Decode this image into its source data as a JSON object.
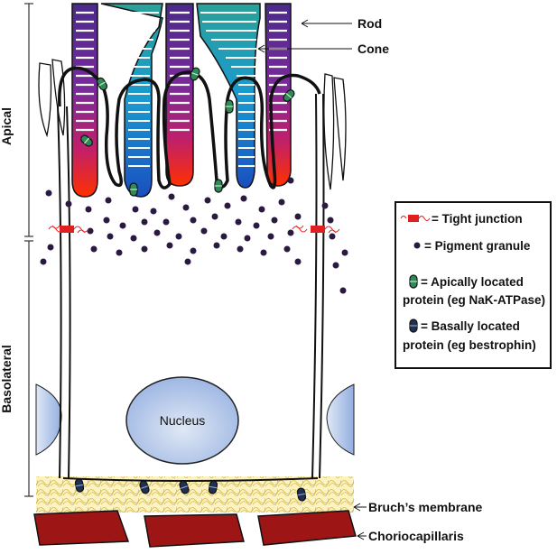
{
  "diagram": {
    "side_labels": {
      "apical": "Apical",
      "basolateral": "Basolateral"
    },
    "structure_labels": {
      "rod": "Rod",
      "cone": "Cone",
      "nucleus": "Nucleus",
      "bruchs_membrane": "Bruch’s membrane",
      "choriocapillaris": "Choriocapillaris"
    },
    "legend": {
      "tight_junction": "= Tight junction",
      "pigment_granule": "= Pigment granule",
      "apical_protein_line1": "= Apically located",
      "apical_protein_line2": "protein (eg NaK-ATPase)",
      "basal_protein_line1": "= Basally located",
      "basal_protein_line2": "protein (eg bestrophin)"
    },
    "colors": {
      "rod_top": "#4a2a8a",
      "rod_mid": "#c0206a",
      "rod_bottom": "#ff3000",
      "cone_top": "#2aa198",
      "cone_bottom": "#1a5fc0",
      "pigment": "#2a1a40",
      "apical_protein": "#2e8b57",
      "basal_protein": "#1f3050",
      "tight_junction": "#e02020",
      "bruchs": "#f0e08a",
      "choriocapillaris": "#9e1515",
      "nucleus_fill": "#a9bde0"
    }
  }
}
